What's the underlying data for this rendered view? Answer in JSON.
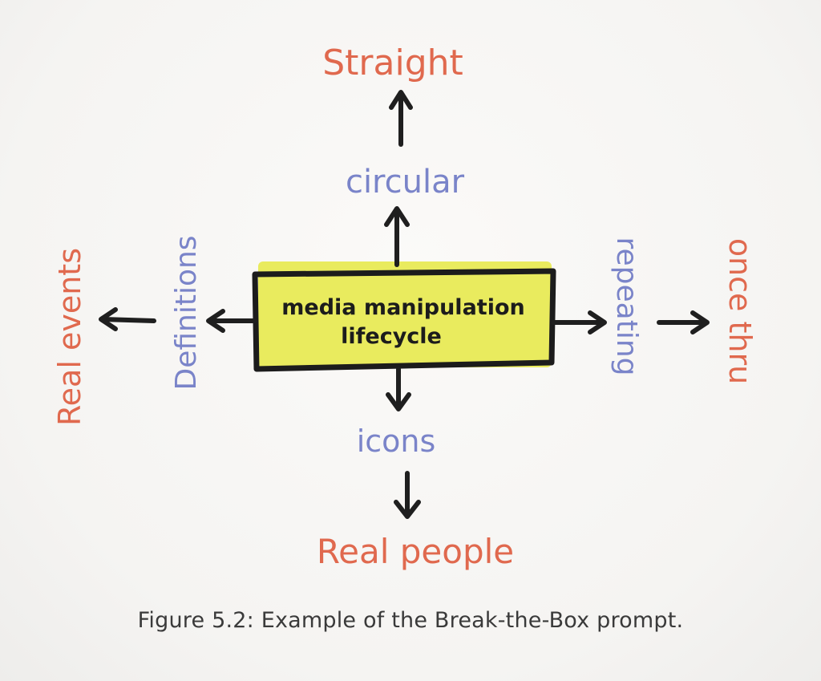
{
  "diagram": {
    "center_line1": "media manipulation",
    "center_line2": "lifecycle",
    "top_inner": "circular",
    "top_outer": "Straight",
    "bottom_inner": "icons",
    "bottom_outer": "Real people",
    "left_inner": "Definitions",
    "left_outer": "Real events",
    "right_inner": "repeating",
    "right_outer": "once thru"
  },
  "caption": "Figure 5.2: Example of the Break-the-Box prompt.",
  "colors": {
    "outer_labels": "#e0694e",
    "inner_labels": "#7a84c9",
    "box_fill": "#e8ea55",
    "box_border": "#1c1c1c"
  }
}
